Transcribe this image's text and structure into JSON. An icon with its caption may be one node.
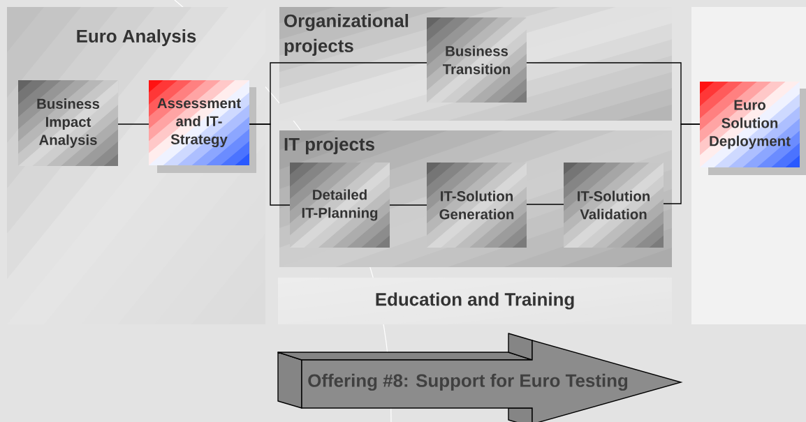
{
  "diagram": {
    "nodes": [
      {
        "text": [
          "Euro Analysis"
        ]
      },
      {
        "text": [
          "Business Impact Analysis"
        ],
        "in": 0
      },
      {
        "text": [
          "Assessment and IT-Strategy"
        ],
        "in": 0
      },
      {
        "text": [
          "Organizational projects"
        ]
      },
      {
        "text": [
          "Business Transition"
        ],
        "in": 3
      },
      {
        "text": [
          "IT projects"
        ]
      },
      {
        "text": [
          "Detailed IT-Planning"
        ],
        "in": 5
      },
      {
        "text": [
          "IT-Solution Generation"
        ],
        "in": 5
      },
      {
        "text": [
          "IT-Solution Validation"
        ],
        "in": 5
      },
      {
        "text": [
          "Education and Training"
        ]
      },
      {
        "text": [
          "Euro Solution Deployment"
        ]
      },
      {
        "text": [
          "Offering #8: Support for Euro Testing"
        ]
      }
    ],
    "edges": [
      {
        "from": 1,
        "to": 2,
        "arrow": "none"
      },
      {
        "from": 2,
        "to": 4,
        "arrow": "none"
      },
      {
        "from": 2,
        "to": 6,
        "arrow": "none"
      },
      {
        "from": 4,
        "to": 10,
        "arrow": "none"
      },
      {
        "from": 6,
        "to": 7,
        "arrow": "none"
      },
      {
        "from": 7,
        "to": 8,
        "arrow": "none"
      },
      {
        "from": 8,
        "to": 10,
        "arrow": "none"
      }
    ]
  }
}
